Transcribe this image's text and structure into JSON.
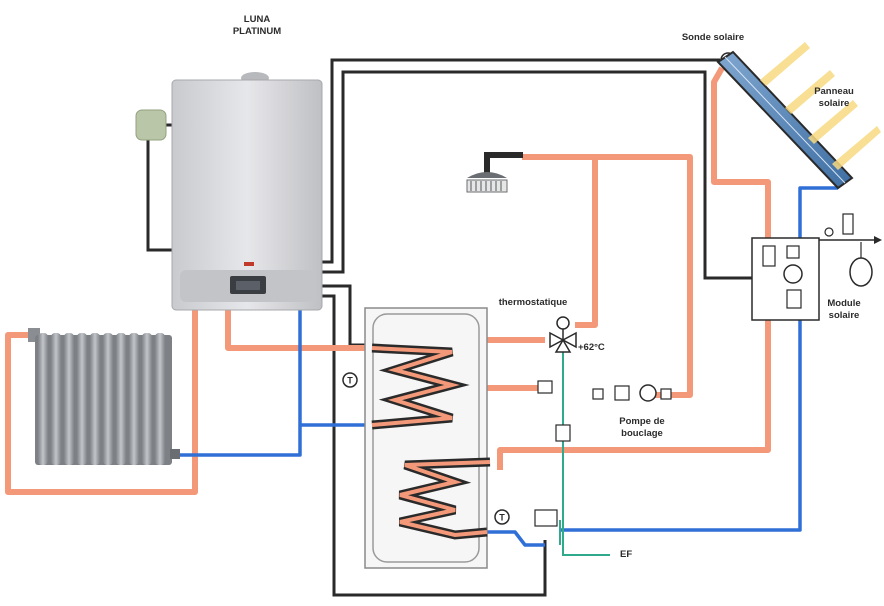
{
  "labels": {
    "boiler_line1": "LUNA",
    "boiler_line2": "PLATINUM",
    "sonde_solaire": "Sonde solaire",
    "panneau_line1": "Panneau",
    "panneau_line2": "solaire",
    "thermostatique": "thermostatique",
    "temperature": "+62°C",
    "pompe_line1": "Pompe de",
    "pompe_line2": "bouclage",
    "module_line1": "Module",
    "module_line2": "solaire",
    "ef": "EF",
    "sensor_symbol": "T"
  },
  "colors": {
    "hot_pipe": "#f3997a",
    "cold_pipe": "#2f6fd6",
    "return_pipe": "#2a2a2a",
    "water_supply": "#2faa8a",
    "boiler_body": "#d9dadd",
    "tank_fill": "#f6f6f6"
  }
}
